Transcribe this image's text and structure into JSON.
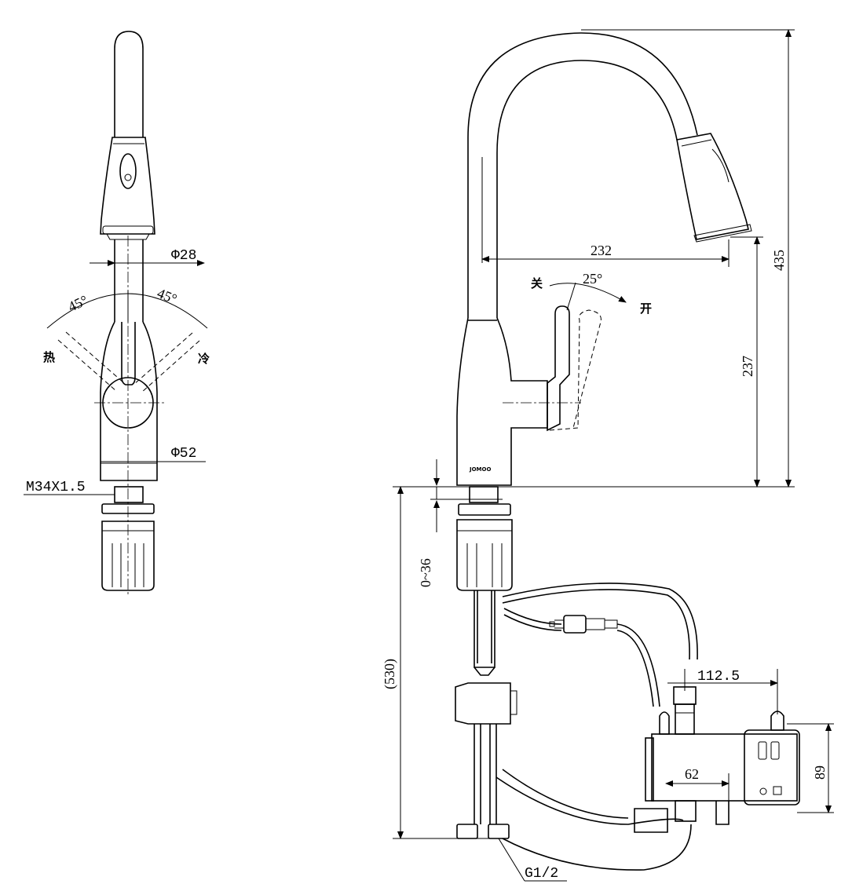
{
  "dimensions": {
    "front_top_diameter": "Φ28",
    "front_body_diameter": "Φ52",
    "thread": "M34X1.5",
    "angle_left": "45°",
    "angle_right": "45°",
    "label_hot": "热",
    "label_cold": "冷",
    "reach": "232",
    "total_height": "435",
    "spout_height": "237",
    "handle_angle": "25°",
    "label_close": "关",
    "label_open": "开",
    "deck_thickness": "0~36",
    "hose_length": "(530)",
    "box_width": "112.5",
    "box_offset": "62",
    "box_height": "89",
    "connector": "G1/2",
    "brand": "JOMOO"
  }
}
